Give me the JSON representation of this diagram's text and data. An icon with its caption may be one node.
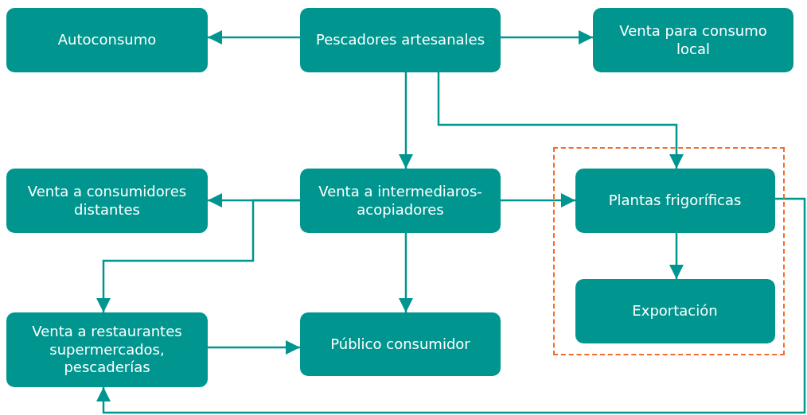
{
  "diagram": {
    "nodes": [
      {
        "text": [
          "Autoconsumo"
        ]
      },
      {
        "text": [
          "Pescadores artesanales"
        ]
      },
      {
        "text": [
          "Venta para consumo local"
        ]
      },
      {
        "text": [
          "Venta a consumidores distantes"
        ]
      },
      {
        "text": [
          "Venta a intermediaros-acopiadores"
        ]
      },
      {
        "text": [],
        "shape": "box"
      },
      {
        "text": [
          "Plantas frigoríficas"
        ],
        "in": 5
      },
      {
        "text": [
          "Exportación"
        ],
        "in": 5
      },
      {
        "text": [
          "Venta a restaurantes supermercados, pescaderías"
        ]
      },
      {
        "text": [
          "Público consumidor"
        ]
      }
    ],
    "edges": [
      {
        "from": 1,
        "to": 0,
        "arrow": "to"
      },
      {
        "from": 1,
        "to": 2,
        "arrow": "to"
      },
      {
        "from": 1,
        "to": 4,
        "arrow": "to"
      },
      {
        "from": 1,
        "to": 6,
        "arrow": "to"
      },
      {
        "from": 4,
        "to": 3,
        "arrow": "to"
      },
      {
        "from": 4,
        "to": 8,
        "arrow": "to"
      },
      {
        "from": 4,
        "to": 6,
        "arrow": "to"
      },
      {
        "from": 4,
        "to": 9,
        "arrow": "to"
      },
      {
        "from": 6,
        "to": 7,
        "arrow": "to"
      },
      {
        "from": 8,
        "to": 9,
        "arrow": "to"
      },
      {
        "from": 6,
        "to": 8,
        "arrow": "to"
      }
    ]
  }
}
